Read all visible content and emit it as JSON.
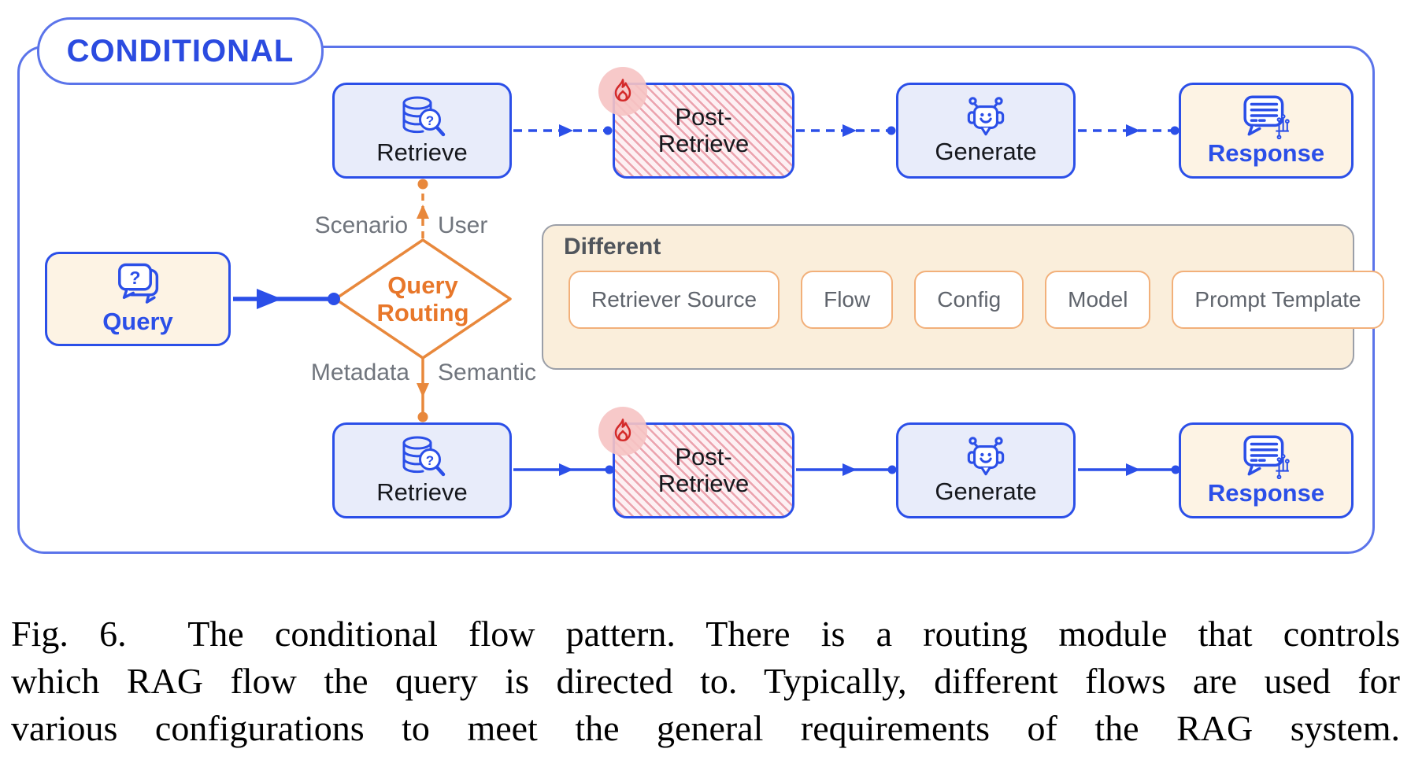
{
  "figure": {
    "frame_label": "CONDITIONAL",
    "rows": {
      "top": {
        "retrieve": "Retrieve",
        "post_retrieve": "Post-\nRetrieve",
        "generate": "Generate",
        "response": "Response"
      },
      "bottom": {
        "retrieve": "Retrieve",
        "post_retrieve": "Post-\nRetrieve",
        "generate": "Generate",
        "response": "Response"
      }
    },
    "query_label": "Query",
    "router_label": "Query\nRouting",
    "branch_labels": {
      "top_left": "Scenario",
      "top_right": "User",
      "bottom_left": "Metadata",
      "bottom_right": "Semantic"
    },
    "different_panel": {
      "title": "Different",
      "tags": [
        "Retriever Source",
        "Flow",
        "Config",
        "Model",
        "Prompt Template"
      ]
    },
    "icons": {
      "query": "chat-question-icon",
      "retrieve": "database-search-icon",
      "post_retrieve_badge": "fire-icon",
      "generate": "robot-chat-icon",
      "response": "message-circuit-icon"
    },
    "colors": {
      "node_blue": "#2b4fe8",
      "frame_blue": "#5b74ea",
      "light_blue_fill": "#e8ecfa",
      "cream_fill": "#fdf3e4",
      "panel_fill": "#faeedb",
      "orange": "#e8822e",
      "tag_border": "#f2b07a",
      "gray_label": "#70757d",
      "fire_red": "#d42a2a",
      "hatch_pink": "#eba3ae"
    }
  },
  "caption": {
    "lines": [
      "Fig. 6.  The conditional flow pattern. There is a routing module that controls",
      "which RAG flow the query is directed to. Typically, different flows are used for",
      "various configurations to meet the general requirements of the RAG system."
    ]
  }
}
